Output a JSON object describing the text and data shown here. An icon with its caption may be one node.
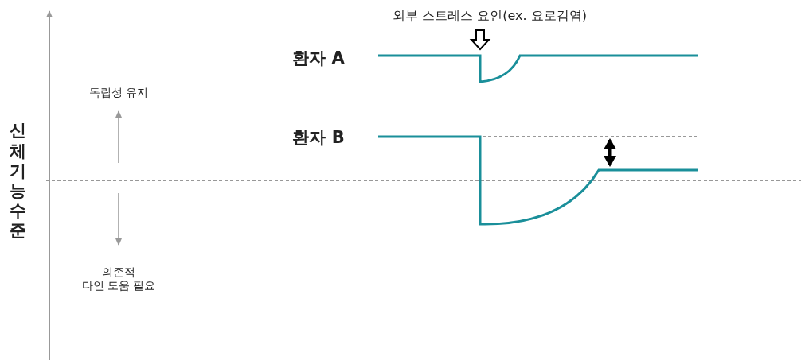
{
  "diagram": {
    "labels": [
      "외부 스트레스 요인(ex. 요로감염)",
      "환자 A",
      "환자 B",
      "독립성 유지",
      "신체기능 수준",
      "의존적 타인 도움 필요"
    ]
  }
}
